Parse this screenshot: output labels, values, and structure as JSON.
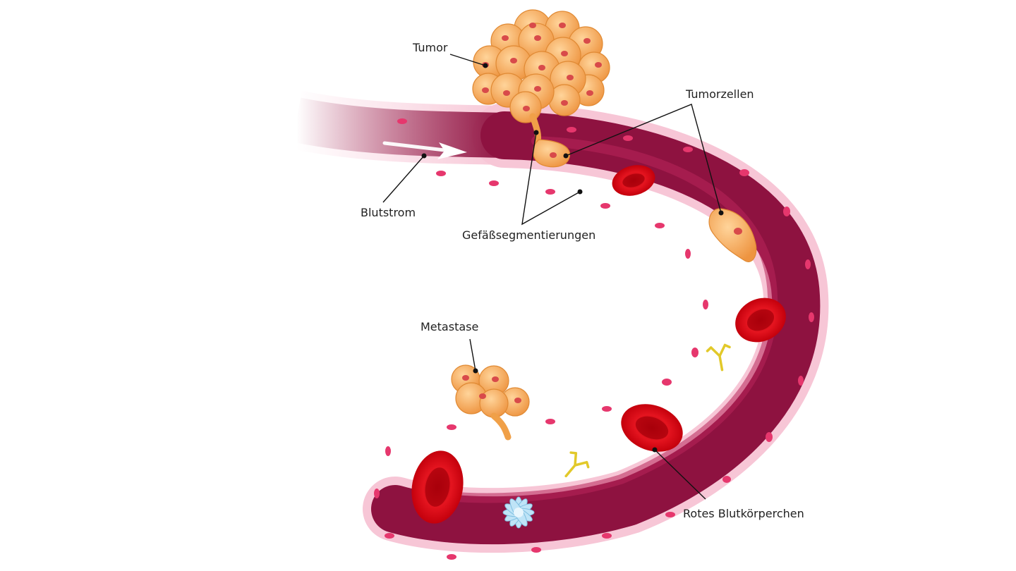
{
  "labels": {
    "tumor": "Tumor",
    "tumor_cells": "Tumorzellen",
    "blood_flow": "Blutstrom",
    "vessel_segmentation": "Gefäßsegmentierungen",
    "metastasis": "Metastase",
    "red_blood_cell": "Rotes Blutkörperchen"
  },
  "colors": {
    "vessel_inner": "#8e1240",
    "vessel_outer_wall": "#f7c6d6",
    "wall_nuclei": "#e6376d",
    "tumor_cell": "#f6a650",
    "tumor_nucleus": "#d84a4a",
    "red_blood_cell": "#d90f1a",
    "antibody": "#e2c92a",
    "white_cell": "#bfe4f7"
  }
}
